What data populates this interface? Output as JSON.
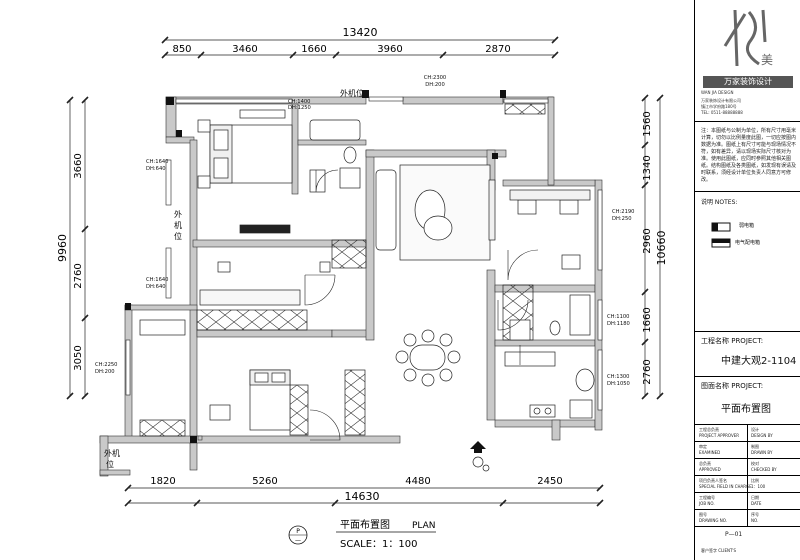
{
  "dims": {
    "total_top": "13420",
    "top": [
      "850",
      "3460",
      "1660",
      "3960",
      "2870"
    ],
    "total_bottom": "14630",
    "bottom": [
      "1820",
      "5260",
      "4480",
      "2450"
    ],
    "left_outer": "9960",
    "left": [
      "3660",
      "2760",
      "3050"
    ],
    "right_outer": "10660",
    "right": [
      "1560",
      "1340",
      "2960",
      "1660",
      "2760"
    ]
  },
  "annotations": {
    "ch_top": "CH:2300",
    "dh_top": "DH:200",
    "ch_bed1": "CH:1400",
    "dh_bed1": "DH:1250",
    "ch_left1": "CH:1640",
    "dh_left1": "DH:640",
    "ch_left2": "CH:1640",
    "dh_left2": "DH:640",
    "ch_left3": "CH:2250",
    "dh_left3": "DH:200",
    "ch_right1": "CH:2190",
    "dh_right1": "DH:250",
    "ch_right2": "CH:1100",
    "dh_right2": "DH:1180",
    "ch_right3": "CH:1300",
    "dh_right3": "DH:1050",
    "ac_top": "外机位",
    "ac_left_1": "外",
    "ac_left_2": "机",
    "ac_left_3": "位",
    "ac_bottom_1": "外机",
    "ac_bottom_2": "位"
  },
  "plan_title": {
    "cn": "平面布置图",
    "en": "PLAN",
    "scale": "SCALE：1：100",
    "symbol_top": "P",
    "symbol_bottom": "—"
  },
  "legend": {
    "heading": "说明 NOTES:",
    "item1": "弱电箱",
    "item2": "电气配电箱"
  },
  "title_block": {
    "logo_char": "美",
    "firm_name": "万家装饰设计",
    "firm_en_1": "WAN JIA DESIGN",
    "firm_cn_2": "万家装饰设计有限公司",
    "firm_addr": "镇江市学府路180号",
    "firm_tel": "TEL: 0511-88888888",
    "notes": "注：本图纸与公制为单位，所有尺寸用毫米计算，切勿以比例量度此图，一切应按图内数据为准。图纸上有尺寸可能与现场情况不符，如有差异，请以现场实际尺寸核对为准。使用此图纸，应同时参照其他相关图纸。结构图纸及各类图纸，如发现有误请及时联系，须经设计单位负责人同意方可修改。",
    "project_label": "工程名称 PROJECT:",
    "project_name": "中建大观2-1104",
    "drawing_label": "图面名称 PROJECT:",
    "drawing_name": "平面布置图",
    "rows": [
      {
        "cn": "工程总负责",
        "en": "PROJECT APPROVER",
        "cn2": "设计",
        "en2": "DESIGN BY"
      },
      {
        "cn": "审定",
        "en": "EXAMINED",
        "cn2": "制图",
        "en2": "DRAWN BY"
      },
      {
        "cn": "总负责",
        "en": "APPROVED",
        "cn2": "校对",
        "en2": "CHECKED BY"
      },
      {
        "cn": "项目负责人签名",
        "en": "SPECIAL FIELD IN CHARGE",
        "cn2": "比例",
        "en2": "1：100"
      },
      {
        "cn": "工程编号",
        "en": "JOB NO.",
        "cn2": "日期",
        "en2": "DATE"
      },
      {
        "cn": "图号",
        "en": "DRAWING NO.",
        "cn2": "序号",
        "en2": "NO."
      }
    ],
    "drawing_no": "P—01",
    "client": "客户签字 CLIENT'S"
  }
}
